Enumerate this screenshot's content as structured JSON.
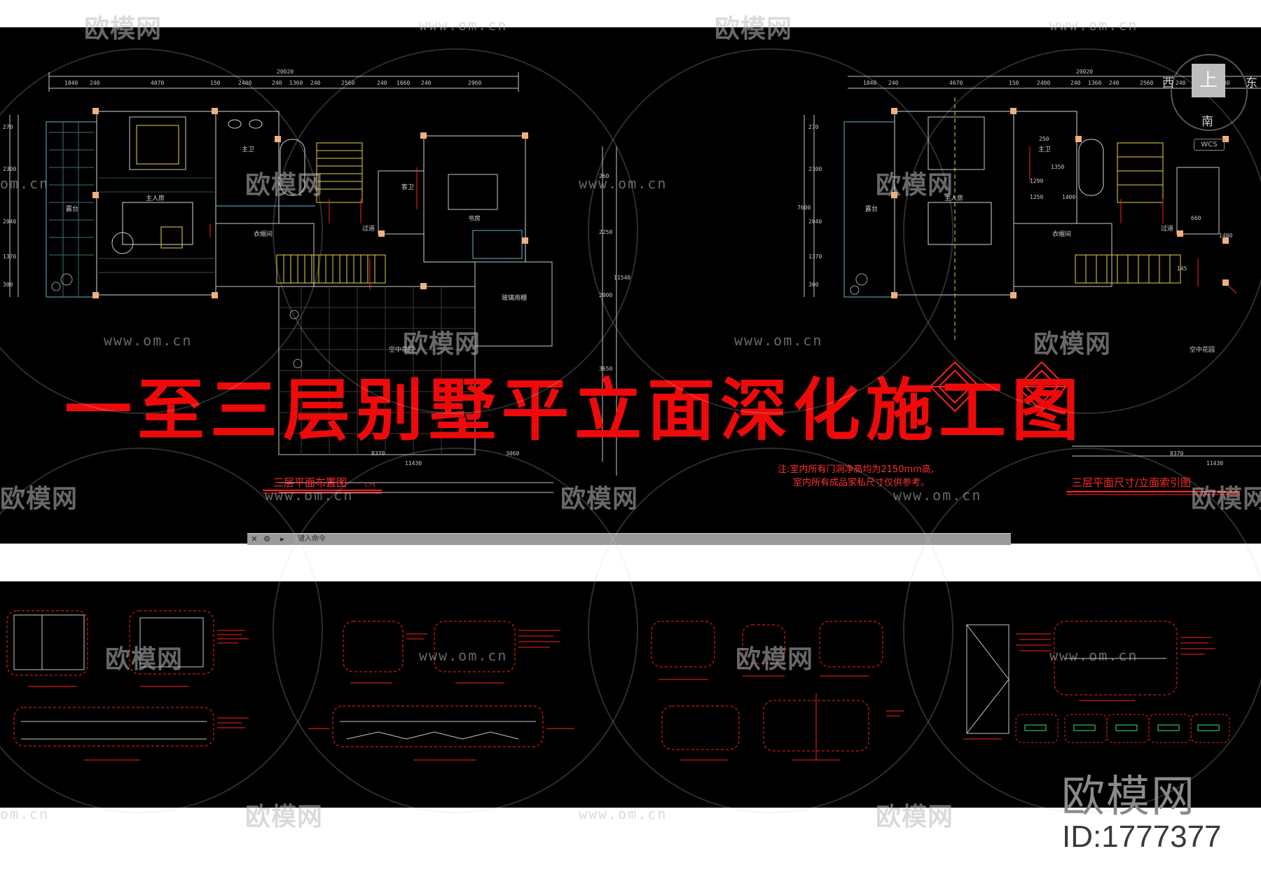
{
  "headline": "一至三层别墅平立面深化施工图",
  "drawing_left": {
    "title": "三层平面布置图",
    "scale": "1:75",
    "overall_width": "20020",
    "top_dims": [
      "1840",
      "240",
      "4070",
      "150",
      "2400",
      "240",
      "1360",
      "240",
      "2560",
      "240",
      "1660",
      "240",
      "2960"
    ],
    "left_dims": [
      "270",
      "2300",
      "2040",
      "1370",
      "300"
    ],
    "right_dims": [
      "260",
      "2250",
      "2000",
      "3650",
      "11540"
    ],
    "bottom_dims": [
      "8370",
      "3060",
      "11430"
    ],
    "rooms": [
      "露台",
      "主人房",
      "主卫",
      "衣帽间",
      "客卫",
      "书房",
      "过道",
      "玻璃雨棚",
      "空中花园"
    ]
  },
  "drawing_right": {
    "title": "三层平面尺寸/立面索引图",
    "overall_width": "20020",
    "top_dims": [
      "1840",
      "240",
      "4670",
      "150",
      "2400",
      "240",
      "1360",
      "240",
      "2560",
      "240",
      "1660",
      "240"
    ],
    "left_dims": [
      "270",
      "2300",
      "7600",
      "2040",
      "1370",
      "300"
    ],
    "bottom_dims": [
      "8370",
      "11430"
    ],
    "rooms": [
      "露台",
      "主人房",
      "主卫",
      "衣帽间",
      "过道",
      "空中花园"
    ],
    "inner_dims": [
      "1290",
      "1350",
      "1250",
      "250",
      "1400",
      "660",
      "1480",
      "145"
    ]
  },
  "notes": [
    "注:室内所有门洞净高均为2150mm高,",
    "室内所有成品家私尺寸仅供参考。"
  ],
  "viewcube": {
    "top_face": "上",
    "west": "西",
    "east": "东",
    "south": "南",
    "wcs": "WCS"
  },
  "command_line": {
    "placeholder": "键入命令"
  },
  "watermark": {
    "logo": "欧模网",
    "url": "www.om.cn",
    "url_short": "om.cn"
  },
  "footer": {
    "brand": "欧模网",
    "id": "ID:1777377"
  },
  "colors": {
    "background": "#000000",
    "title_red": "#ee0a0a",
    "cad_red": "#ff2020",
    "cad_yellow": "#e8d24a",
    "cad_cyan": "#5fb8c8",
    "cad_white": "#d8d8d8",
    "cad_orange": "#f0b080"
  }
}
